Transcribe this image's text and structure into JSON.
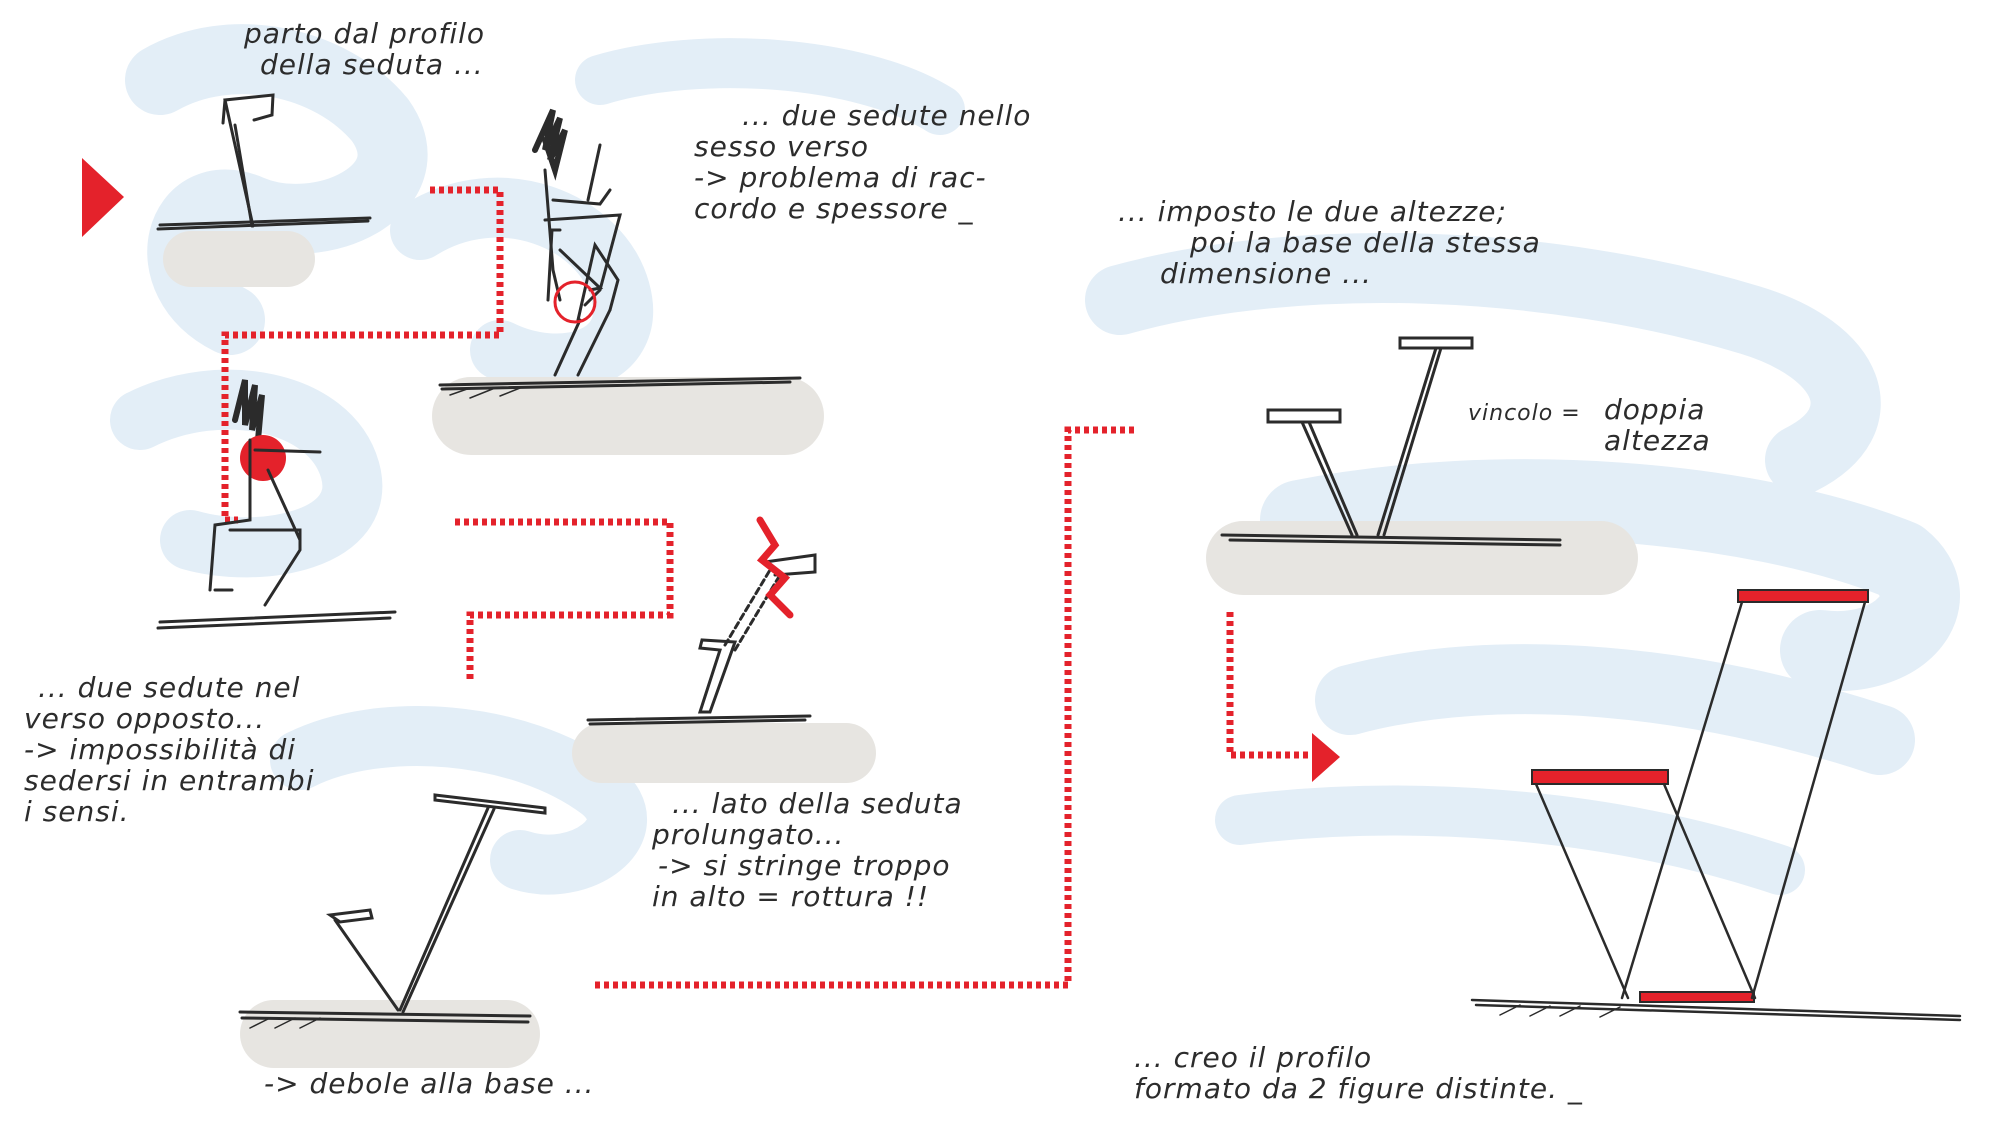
{
  "notes": {
    "n1": [
      "parto dal profilo",
      "della seduta ..."
    ],
    "n2": [
      "... due sedute nello",
      "sesso verso",
      "-> problema di rac-",
      "cordo e spessore _"
    ],
    "n3": [
      "... imposto le due altezze;",
      "poi la base della stessa",
      "dimensione ..."
    ],
    "n4_label": "vincolo =",
    "n4_value": [
      "doppia",
      "altezza"
    ],
    "n5": [
      "... due sedute nel",
      "verso opposto...",
      "-> impossibilità di",
      "sedersi in entrambi",
      "i sensi."
    ],
    "n6": [
      "... lato della seduta",
      "prolungato...",
      "-> si stringe troppo",
      "in alto = rottura !!"
    ],
    "n7": "-> debole alla base ...",
    "n8": [
      "... creo il profilo",
      "formato da 2 figure distinte. _"
    ]
  },
  "colors": {
    "accent_red": "#e4222b",
    "ink": "#2b2b2b",
    "shadow_grey": "#e7e5e1",
    "bg_blue": "#e3eef7"
  }
}
